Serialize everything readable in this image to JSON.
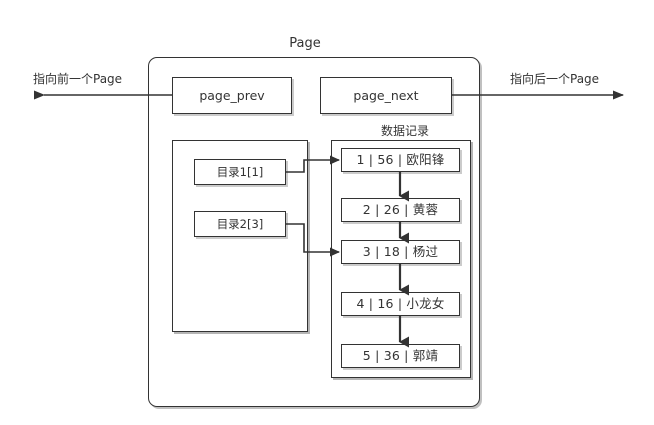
{
  "diagram": {
    "title": "Page",
    "type": "page-structure-diagram",
    "colors": {
      "stroke": "#333333",
      "background": "#ffffff",
      "shadow": "#8a8a8a"
    },
    "labels": {
      "prev_pointer": "指向前一个Page",
      "next_pointer": "指向后一个Page",
      "records_group": "数据记录"
    },
    "header_boxes": [
      {
        "id": "page_prev",
        "label": "page_prev"
      },
      {
        "id": "page_next",
        "label": "page_next"
      }
    ],
    "directory": {
      "entries": [
        {
          "id": "dir1",
          "label": "目录1[1]",
          "points_to": "rec1"
        },
        {
          "id": "dir2",
          "label": "目录2[3]",
          "points_to": "rec3"
        }
      ]
    },
    "records": [
      {
        "id": "rec1",
        "no": "1",
        "age": "56",
        "name": "欧阳锋",
        "label": "1 | 56 | 欧阳锋"
      },
      {
        "id": "rec2",
        "no": "2",
        "age": "26",
        "name": "黄蓉",
        "label": "2 | 26 | 黄蓉"
      },
      {
        "id": "rec3",
        "no": "3",
        "age": "18",
        "name": "杨过",
        "label": "3 | 18 | 杨过"
      },
      {
        "id": "rec4",
        "no": "4",
        "age": "16",
        "name": "小龙女",
        "label": "4 | 16 | 小龙女"
      },
      {
        "id": "rec5",
        "no": "5",
        "age": "36",
        "name": "郭靖",
        "label": "5 | 36 | 郭靖"
      }
    ]
  }
}
